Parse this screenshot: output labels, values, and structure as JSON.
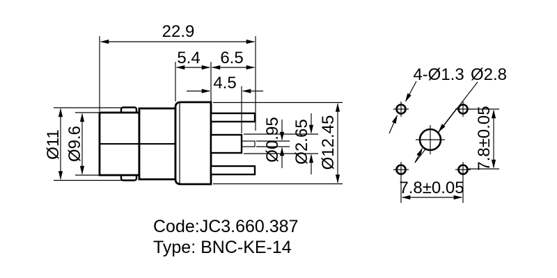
{
  "drawing": {
    "side_view": {
      "overall_length": "22.9",
      "flange_thickness": "5.4",
      "rear_section_length": "6.5",
      "insulator_stub_length": "4.5",
      "coupling_nut_od": "Ø11",
      "coupling_nut_id": "Ø9.6",
      "center_pin_diameter": "Ø0.95",
      "insulator_diameter": "Ø2.65",
      "flange_diameter": "Ø12.45"
    },
    "footprint_view": {
      "mounting_holes_label": "4-Ø1.3",
      "center_hole_label": "Ø2.8",
      "hole_pitch_horizontal": "7.8±0.05",
      "hole_pitch_vertical": "7.8±0.05"
    },
    "caption": {
      "code_line": "Code:JC3.660.387",
      "type_line": "Type: BNC-KE-14"
    },
    "colors": {
      "ink": "#000000",
      "paper": "#ffffff"
    }
  }
}
